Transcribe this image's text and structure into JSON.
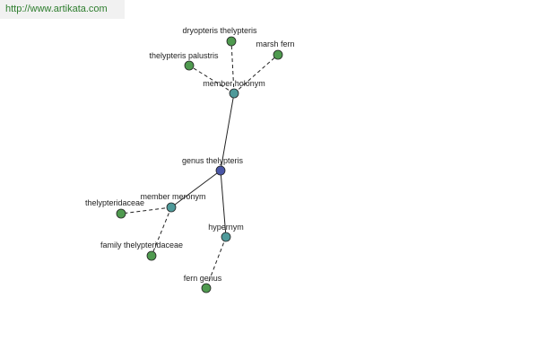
{
  "banner": {
    "url": "http://www.artikata.com"
  },
  "colors": {
    "root": "#4a56a6",
    "relation": "#4f9a9a",
    "leaf": "#4f9a4f",
    "edge": "#222222"
  },
  "graph": {
    "nodes": [
      {
        "id": "root",
        "label": "genus thelypteris",
        "kind": "root"
      },
      {
        "id": "holonym",
        "label": "member holonym",
        "kind": "relation"
      },
      {
        "id": "meronym",
        "label": "member meronym",
        "kind": "relation"
      },
      {
        "id": "hypernym",
        "label": "hypernym",
        "kind": "relation"
      },
      {
        "id": "dryopteris",
        "label": "dryopteris thelypteris",
        "kind": "leaf"
      },
      {
        "id": "marsh",
        "label": "marsh fern",
        "kind": "leaf"
      },
      {
        "id": "palustris",
        "label": "thelypteris palustris",
        "kind": "leaf"
      },
      {
        "id": "thelypteridaceae",
        "label": "thelypteridaceae",
        "kind": "leaf"
      },
      {
        "id": "family",
        "label": "family thelypteridaceae",
        "kind": "leaf"
      },
      {
        "id": "fern",
        "label": "fern genus",
        "kind": "leaf"
      }
    ],
    "edges": [
      {
        "from": "root",
        "to": "holonym",
        "style": "solid"
      },
      {
        "from": "root",
        "to": "meronym",
        "style": "solid"
      },
      {
        "from": "root",
        "to": "hypernym",
        "style": "solid"
      },
      {
        "from": "holonym",
        "to": "dryopteris",
        "style": "dashed"
      },
      {
        "from": "holonym",
        "to": "marsh",
        "style": "dashed"
      },
      {
        "from": "holonym",
        "to": "palustris",
        "style": "dashed"
      },
      {
        "from": "meronym",
        "to": "thelypteridaceae",
        "style": "dashed"
      },
      {
        "from": "meronym",
        "to": "family",
        "style": "dashed"
      },
      {
        "from": "hypernym",
        "to": "fern",
        "style": "dashed"
      }
    ]
  }
}
